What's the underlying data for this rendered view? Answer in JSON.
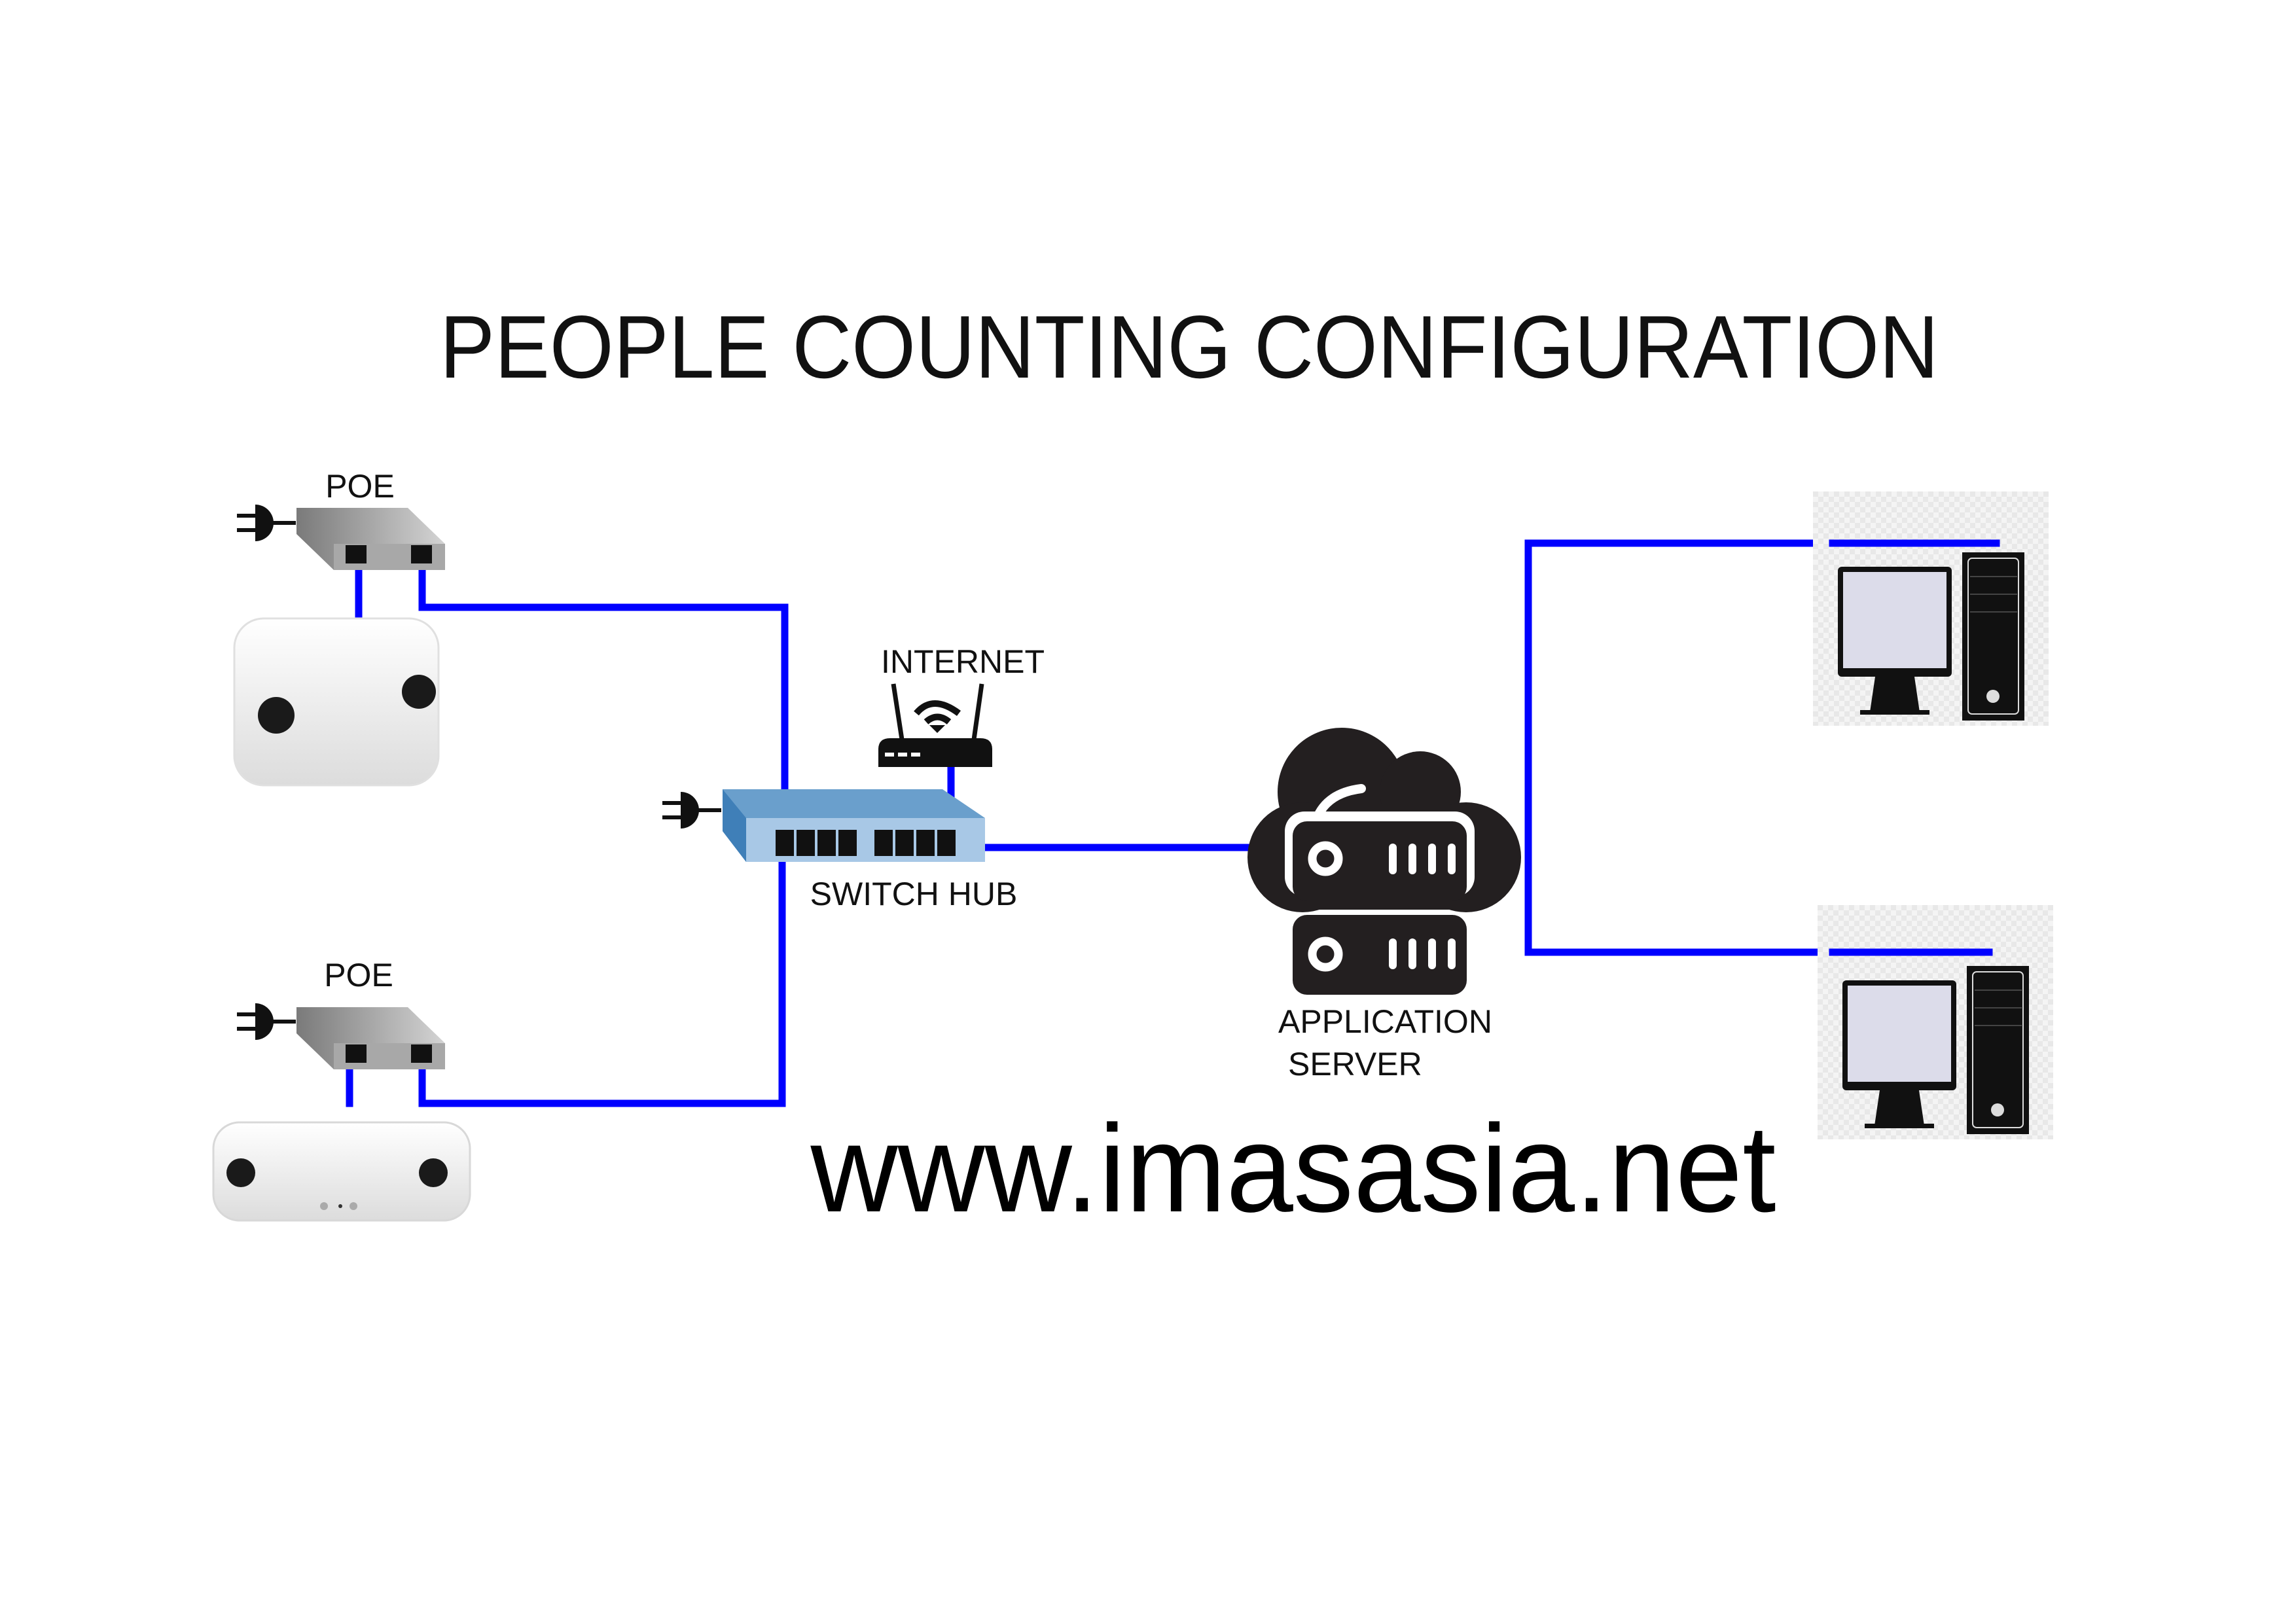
{
  "title": "PEOPLE COUNTING CONFIGURATION",
  "labels": {
    "poe_top": "POE",
    "poe_bottom": "POE",
    "internet": "INTERNET",
    "switch_hub": "SWITCH HUB",
    "application_line1": "APPLICATION",
    "application_line2": "SERVER"
  },
  "website": "www.imasasia.net",
  "colors": {
    "wire": "#0000ff",
    "switch": "#6a9fcc",
    "icon": "#231f20"
  },
  "icons": [
    "power-plug-icon",
    "poe-injector-icon",
    "stereo-camera-icon",
    "wifi-router-icon",
    "network-switch-icon",
    "cloud-server-icon",
    "desktop-computer-icon"
  ]
}
